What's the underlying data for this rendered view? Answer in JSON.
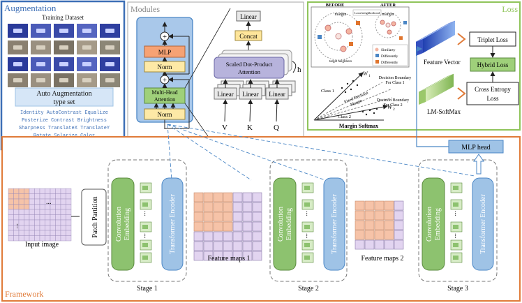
{
  "augmentation": {
    "title": "Augmentation",
    "subtitle": "Training Dataset",
    "auto_aug_line1": "Auto Augmentation",
    "auto_aug_line2": "type set",
    "ops": [
      "Identity AutoContrast Equalize",
      "Posterize Contrast Brightness",
      "Sharpness TranslateX TranslateY",
      "Rotate Solarize Color"
    ]
  },
  "modules": {
    "title": "Modules",
    "block_mlp": "MLP",
    "block_norm_top": "Norm",
    "block_mha_1": "Multi-Head",
    "block_mha_2": "Attention",
    "block_norm_bottom": "Norm",
    "sdpa_top": "Linear",
    "sdpa_concat": "Concat",
    "sdpa_1": "Scaled Dot-Product",
    "sdpa_2": "Attention",
    "sdpa_h": "h",
    "linear": "Linear",
    "v": "V",
    "k": "K",
    "q": "Q"
  },
  "loss": {
    "title": "Loss",
    "before": "BEFORE",
    "after": "AFTER",
    "margin": "margin",
    "local_neighborhood": "Local neighborhood",
    "target_neighbors": "target neighbors",
    "legend_similarity": "Similarty",
    "legend_diff1": "Differently",
    "legend_diff2": "Differently",
    "w1": "W",
    "w1_sub": "1",
    "w2": "W",
    "w2_sub": "2",
    "db1_1": "Decision Boundary",
    "db1_2": "For Class 1",
    "db2_1": "Decision Boundary",
    "db2_2": "For Class 2",
    "class1": "Class 1",
    "class2": "Class 2",
    "fixed_db_1": "Fixed Decision",
    "fixed_db_2": "Margin",
    "margin_softmax": "Margin Softmax",
    "feature_vector": "Feature Vector",
    "lm_softmax": "LM-SoftMax",
    "triplet_loss": "Triplet Loss",
    "hybrid_loss": "Hybrid Loss",
    "ce_loss_1": "Cross Entropy",
    "ce_loss_2": "Loss"
  },
  "framework": {
    "title": "Framework",
    "input_image": "Input image",
    "patch_partition": "Patch Partition",
    "conv_embedding_1": "Convolution",
    "conv_embedding_2": "Embedding",
    "transformer_encoder": "Transformer Encoder",
    "feature_maps_1": "Feature maps 1",
    "feature_maps_2": "Feature maps 2",
    "stage1": "Stage 1",
    "stage2": "Stage 2",
    "stage3": "Stage 3",
    "mlp_head": "MLP head",
    "dots": "..."
  },
  "colors": {
    "augmentation_border": "#3d6fb6",
    "modules_border": "#b5b5b5",
    "loss_border": "#8fc45a",
    "framework_border": "#e07b39",
    "green": "#8dc26f",
    "blue": "#9fc3e6",
    "orange": "#f4a77e",
    "peach": "#f6c3a8",
    "lavender": "#e2d4f0",
    "mlp_orange": "#f6a274",
    "norm_yellow": "#fde9a6",
    "concat_yellow": "#ffe59a",
    "sdpa_purple": "#b7b3dc"
  }
}
